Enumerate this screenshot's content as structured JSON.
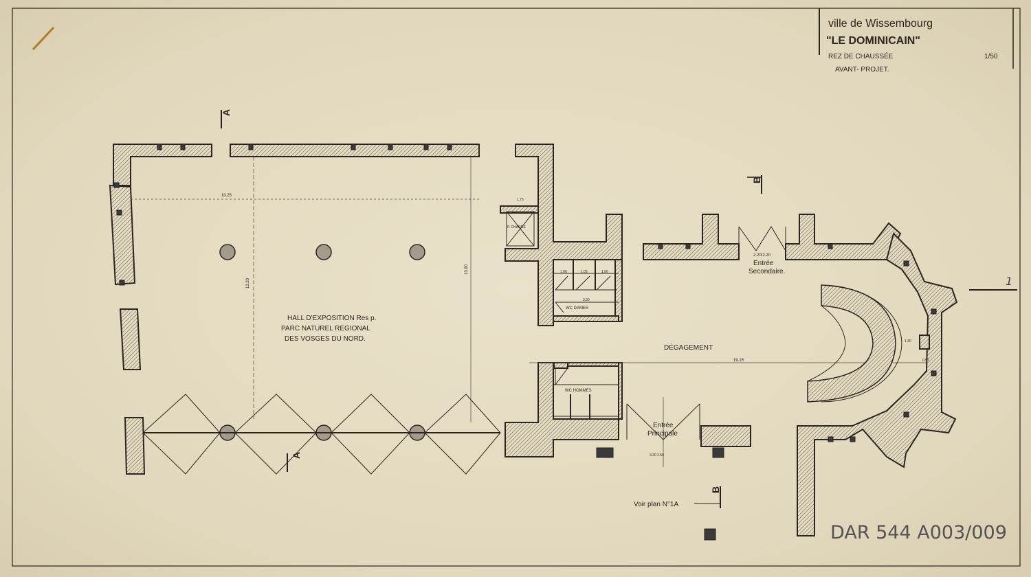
{
  "title_block": {
    "city": "ville de Wissembourg",
    "project": "\"LE DOMINICAIN\"",
    "level": "REZ DE CHAUSSÉE",
    "scale": "1/50",
    "phase": "AVANT- PROJET."
  },
  "rooms": {
    "hall_line1": "HALL D'EXPOSITION  Res p.",
    "hall_line2": "PARC  NATUREL  REGIONAL",
    "hall_line3": "DES  VOSGES  DU  NORD.",
    "corridor": "DÉGAGEMENT",
    "goods_lift": "P. CHARGE",
    "wc_women": "WC DAMES",
    "wc_men": "WC HOMMES"
  },
  "entrances": {
    "secondary_line1": "Entrée",
    "secondary_line2": "Secondaire.",
    "secondary_dim": "2.20/2.20",
    "main_line1": "Entrée",
    "main_line2": "Principale",
    "main_dim": "3.30  2.50"
  },
  "section_marks": {
    "a": "A",
    "b": "B",
    "one": "1"
  },
  "dimensions": {
    "hall_width": "10.25",
    "hall_depth": "12.20",
    "core_depth": "13.90",
    "corridor_length": "19.15",
    "lift_width": "1.75",
    "wc_1": "1.06",
    "wc_2": "1.05",
    "wc_3": "1.00",
    "wc_total": "3.30",
    "stair_1": "1.30",
    "stair_2": "0.57"
  },
  "note": "Voir plan N°1A",
  "archive_ref": "DAR 544 A003/009"
}
